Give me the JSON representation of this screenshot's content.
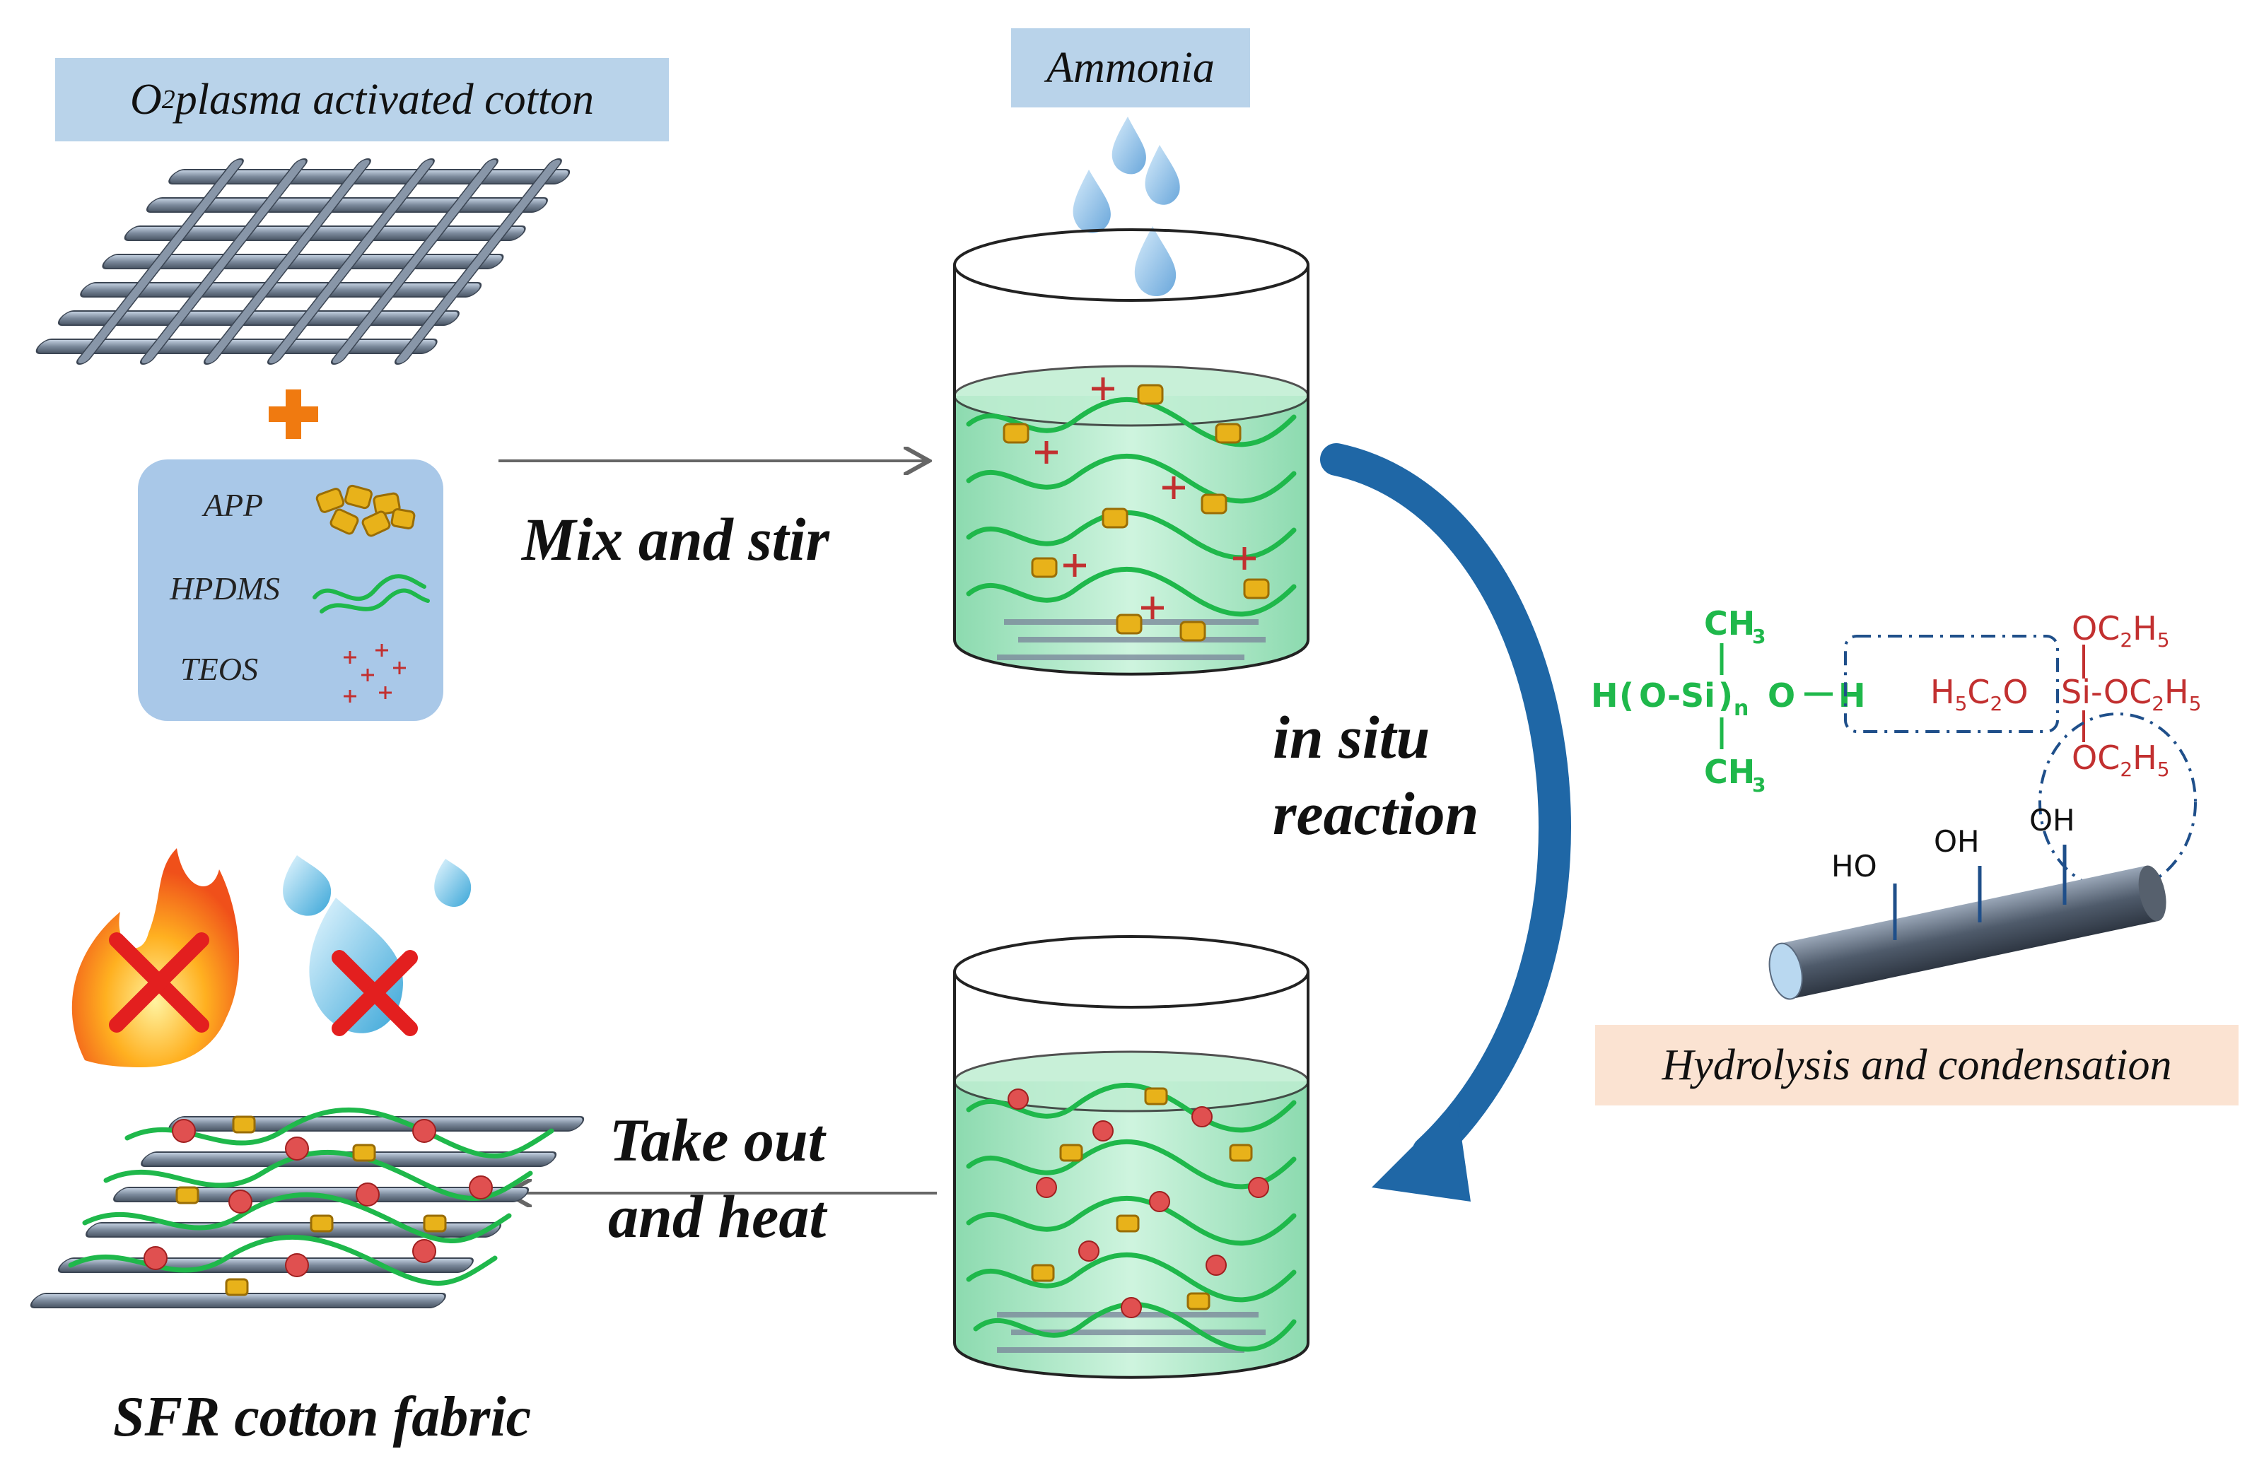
{
  "labels": {
    "plasma_cotton": "O",
    "plasma_cotton_sub": "2",
    "plasma_cotton_rest": " plasma activated cotton",
    "ammonia": "Ammonia",
    "hydrolysis": "Hydrolysis and condensation",
    "product": "SFR cotton fabric"
  },
  "legend": {
    "items": [
      {
        "label": "APP"
      },
      {
        "label": "HPDMS"
      },
      {
        "label": "TEOS"
      }
    ]
  },
  "steps": {
    "mix_line1": "Mix and stir",
    "insitu_line1": "in situ",
    "insitu_line2": "reaction",
    "takeout_line1": "Take out",
    "takeout_line2": "and heat"
  },
  "chemistry": {
    "hpdms": {
      "h_left": "H",
      "chain_open": "(",
      "o_si": "O-Si",
      "chain_close": ")",
      "n": "n",
      "o_h": "O",
      "h_right": "H",
      "ch3_top": "CH",
      "ch3_bottom": "CH",
      "three": "3"
    },
    "teos": {
      "oc2h5": "OC",
      "left_group": "H",
      "si": "Si-OC",
      "two": "2",
      "five": "5",
      "c2o": "C",
      "o_left": "O"
    },
    "fiber_groups": [
      "HO",
      "OH",
      "OH"
    ]
  },
  "colors": {
    "label_bg_blue": "#b9d3ea",
    "label_bg_peach": "#fbe3d2",
    "legend_bg": "#a9c8e8",
    "liquid": "#9fe0bf",
    "arrow_blue": "#1f67a6",
    "hpdms_green": "#1fb84b",
    "teos_red": "#c23030",
    "app_gold": "#e8b21a",
    "fiber_gray": "#7f8a99",
    "plus_orange": "#f07a10"
  }
}
